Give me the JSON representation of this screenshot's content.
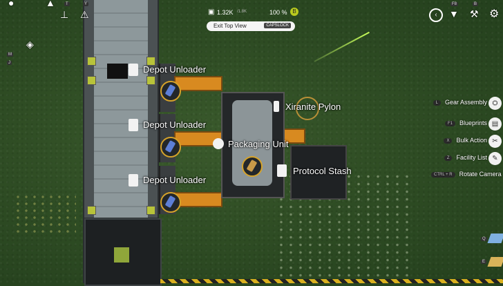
{
  "hud": {
    "resource_amount": "1.32K",
    "resource_cap": "/1.8K",
    "percent": "100 %",
    "coin_glyph": "B",
    "exit_top_view_label": "Exit Top View",
    "capslock_key": "CAPSLOCK"
  },
  "top_left": {
    "keys": [
      "T",
      "Y"
    ],
    "side_keys": [
      "M",
      "J"
    ]
  },
  "top_right": {
    "keys": [
      "F8",
      "B"
    ]
  },
  "labels": {
    "depot_unloader_1": "Depot Unloader",
    "depot_unloader_2": "Depot Unloader",
    "depot_unloader_3": "Depot Unloader",
    "packaging_unit": "Packaging Unit",
    "xiranite_pylon": "Xiranite Pylon",
    "protocol_stash": "Protocol Stash"
  },
  "menu": [
    {
      "key": "L",
      "label": "Gear Assembly",
      "icon": "gear-assembly-icon"
    },
    {
      "key": "F1",
      "label": "Blueprints",
      "icon": "blueprint-icon"
    },
    {
      "key": "X",
      "label": "Bulk Action",
      "icon": "bulk-action-icon"
    },
    {
      "key": "Z",
      "label": "Facility List",
      "icon": "facility-list-icon"
    },
    {
      "key": "CTRL + R",
      "label": "Rotate Camera",
      "icon": "rotate-camera-icon"
    }
  ],
  "bottom_right_keys": [
    "Q",
    "E"
  ],
  "colors": {
    "accent_orange": "#d88a20",
    "coin_green": "#b9cb1e",
    "grass": "#2f4d24"
  }
}
